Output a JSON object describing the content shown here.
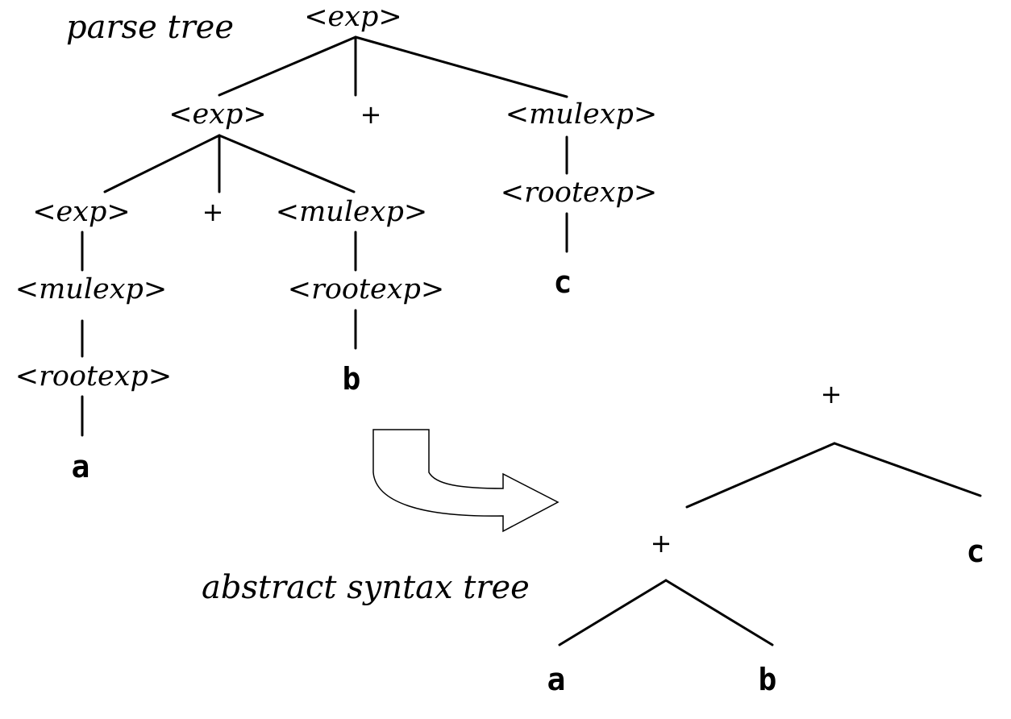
{
  "captions": {
    "parse_tree": "parse tree",
    "ast": "abstract syntax tree"
  },
  "parse_tree": {
    "root": "<exp>",
    "level1": {
      "exp": "<exp>",
      "plus": "+",
      "mulexp": "<mulexp>"
    },
    "level2": {
      "exp": "<exp>",
      "plus": "+",
      "mulexp": "<mulexp>",
      "rootexp_c": "<rootexp>"
    },
    "leaf_c": "c",
    "left_chain": {
      "mulexp": "<mulexp>",
      "rootexp": "<rootexp>",
      "leaf": "a"
    },
    "mid_chain": {
      "rootexp": "<rootexp>",
      "leaf": "b"
    }
  },
  "ast": {
    "root": "+",
    "inner": "+",
    "leaf_c": "c",
    "leaf_a": "a",
    "leaf_b": "b"
  }
}
